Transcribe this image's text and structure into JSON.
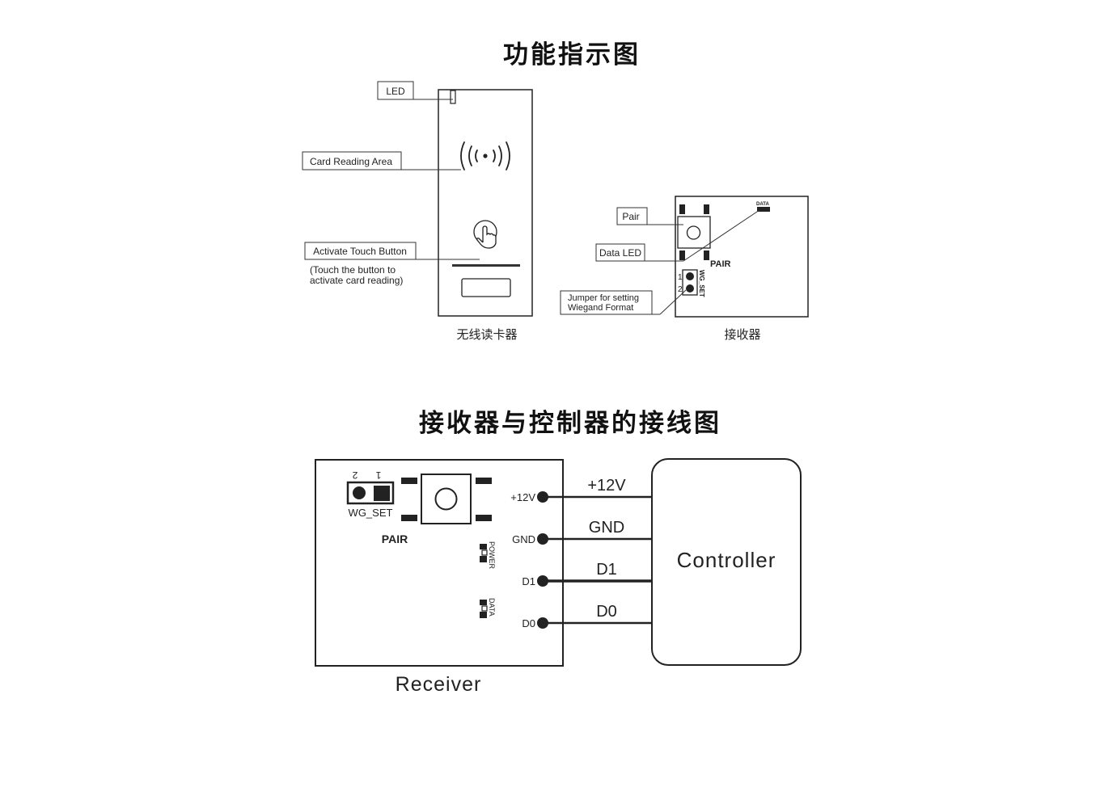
{
  "section1": {
    "title": "功能指示图",
    "reader": {
      "caption": "无线读卡器",
      "callouts": {
        "led": "LED",
        "card_area": "Card Reading Area",
        "touch_button": "Activate Touch Button",
        "touch_note_line1": "(Touch the button to",
        "touch_note_line2": "activate card reading)"
      },
      "icons": {
        "rfid": "rfid-waves-icon",
        "touch": "touch-hand-icon"
      }
    },
    "receiver": {
      "caption": "接收器",
      "callouts": {
        "pair": "Pair",
        "data_led": "Data LED",
        "jumper_line1": "Jumper for setting",
        "jumper_line2": "Wiegand Format"
      },
      "board_labels": {
        "data": "DATA",
        "pair": "PAIR",
        "wg_set": "WG_SET",
        "pin1": "1",
        "pin2": "2"
      }
    }
  },
  "section2": {
    "title": "接收器与控制器的接线图",
    "receiver": {
      "caption": "Receiver",
      "board_labels": {
        "pin2": "2",
        "pin1": "1",
        "wg_set": "WG_SET",
        "pair": "PAIR",
        "power": "POWER",
        "data": "DATA"
      },
      "terminals": [
        "+12V",
        "GND",
        "D1",
        "D0"
      ]
    },
    "wires": [
      "+12V",
      "GND",
      "D1",
      "D0"
    ],
    "controller": {
      "label": "Controller"
    }
  }
}
